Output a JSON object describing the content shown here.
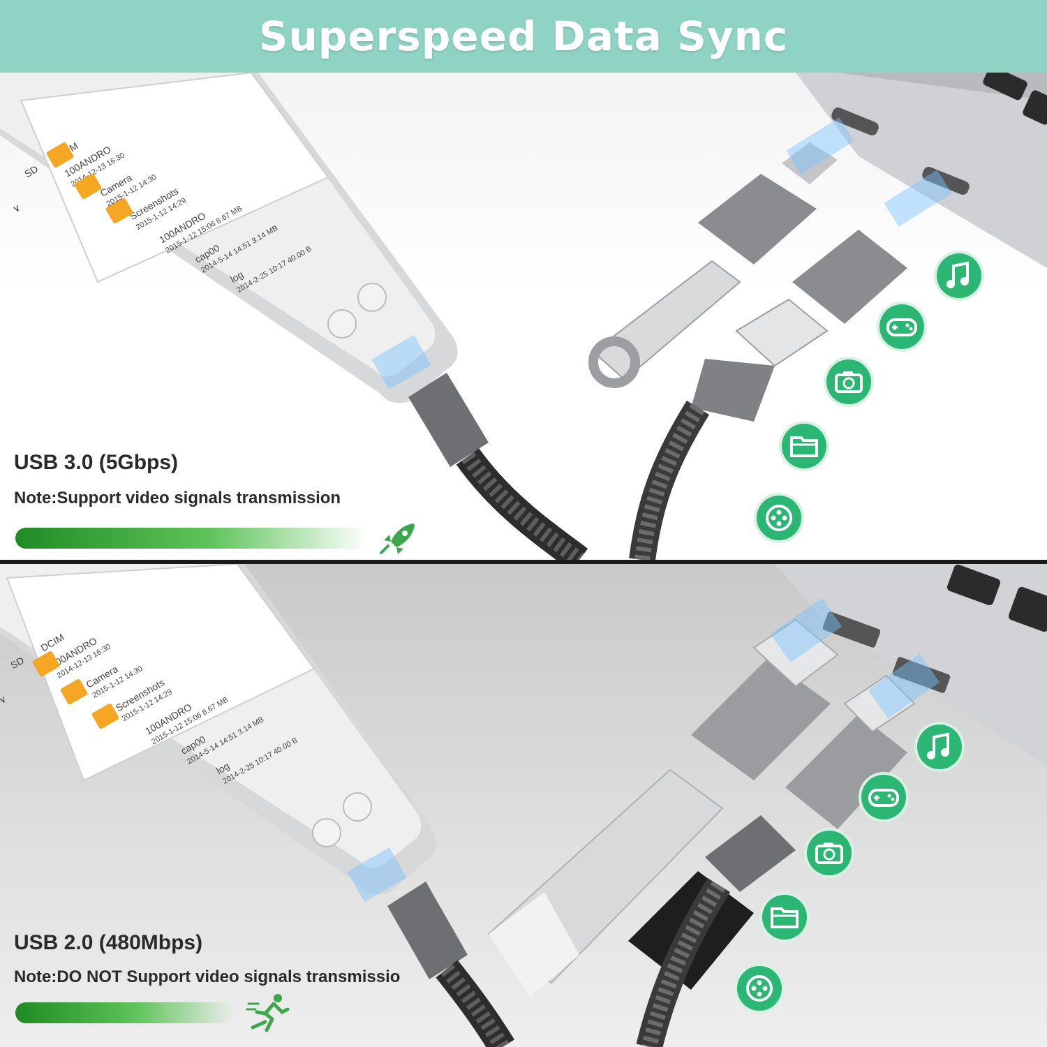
{
  "banner": {
    "title": "Superspeed Data Sync"
  },
  "phone_screen": {
    "tabs": [
      "SD",
      "DCIM"
    ],
    "back_glyph": "∨",
    "files": [
      {
        "name": "100ANDRO",
        "meta": "2014-12-13 16:30",
        "kind": "folder"
      },
      {
        "name": "Camera",
        "meta": "2015-1-12 14:30",
        "kind": "folder"
      },
      {
        "name": "Screenshots",
        "meta": "2015-1-12 14:29",
        "kind": "folder"
      },
      {
        "name": "100ANDRO",
        "meta": "2015-1-12 15:06  8.67 MB",
        "kind": "folder"
      },
      {
        "name": "cap00",
        "meta": "2014-5-14 14:51  3.14 MB",
        "kind": "file"
      },
      {
        "name": "log",
        "meta": "2014-2-25 10:17  40.00 B",
        "kind": "unknown"
      }
    ]
  },
  "usb3": {
    "title": "USB 3.0 (5Gbps)",
    "note": "Note:Support video signals transmission",
    "speed_icon": "rocket-icon",
    "progress_fraction": 1.0
  },
  "usb2": {
    "title": "USB 2.0 (480Mbps)",
    "note": "Note:DO NOT Support video signals transmissio",
    "speed_icon": "running-man-icon",
    "progress_fraction": 0.62
  },
  "features": [
    "music-icon",
    "gamepad-icon",
    "camera-icon",
    "folder-icon",
    "film-reel-icon"
  ],
  "colors": {
    "banner": "#8fd3c4",
    "accent_green": "#2bb673",
    "progress_dark": "#1f8a24"
  }
}
